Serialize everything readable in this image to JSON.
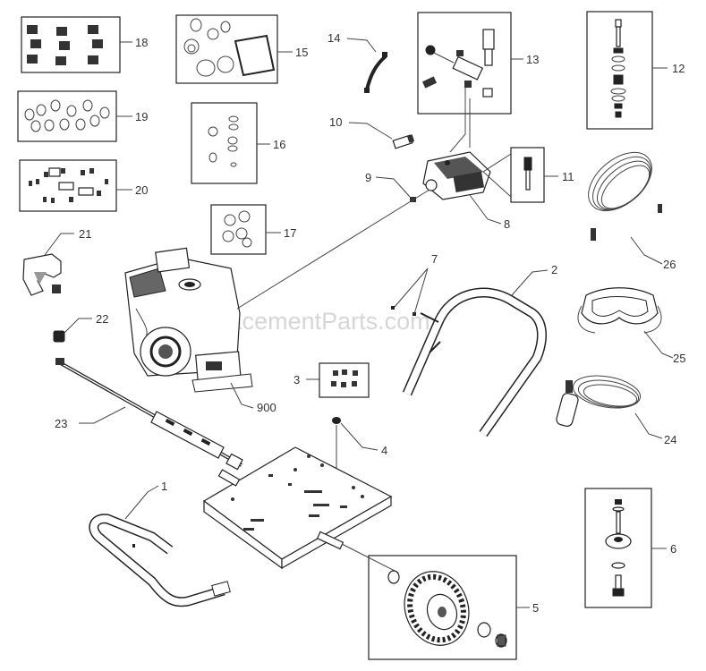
{
  "watermark": "eReplacementParts.com",
  "callouts": {
    "c1": "1",
    "c2": "2",
    "c3": "3",
    "c4": "4",
    "c5": "5",
    "c6": "6",
    "c7": "7",
    "c8": "8",
    "c9": "9",
    "c10": "10",
    "c11": "11",
    "c12": "12",
    "c13": "13",
    "c14": "14",
    "c15": "15",
    "c16": "16",
    "c17": "17",
    "c18": "18",
    "c19": "19",
    "c20": "20",
    "c21": "21",
    "c22": "22",
    "c23": "23",
    "c24": "24",
    "c25": "25",
    "c26": "26",
    "c900": "900"
  }
}
